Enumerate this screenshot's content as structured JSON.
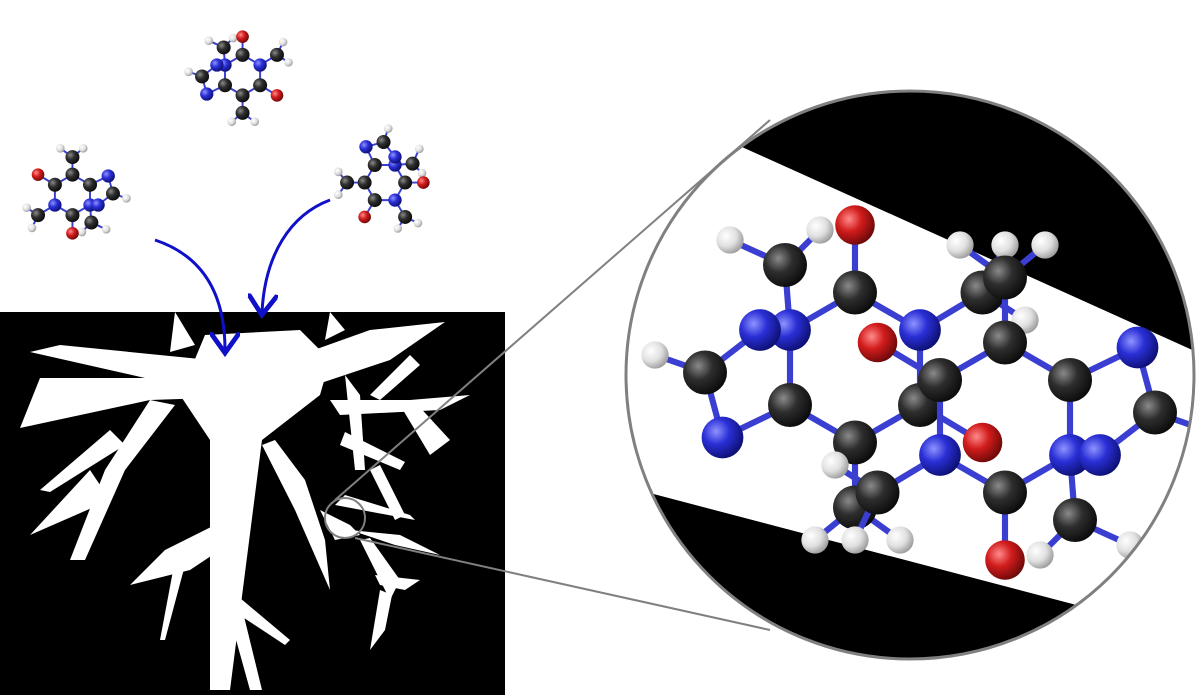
{
  "colors": {
    "background": "#ffffff",
    "carbon": "#2a2a2a",
    "nitrogen": "#2a2fd6",
    "oxygen": "#d21c1c",
    "hydrogen": "#e6e6e6",
    "bond": "#3b3fd1",
    "arrow": "#1010c8",
    "crack_bg": "#000000",
    "crack": "#ffffff",
    "lens": "#808080"
  },
  "molecules": [
    {
      "name": "caffeine-molecule-top"
    },
    {
      "name": "caffeine-molecule-left"
    },
    {
      "name": "caffeine-molecule-right"
    }
  ],
  "arrows": [
    {
      "name": "arrow-left-to-crack"
    },
    {
      "name": "arrow-right-to-crack"
    }
  ],
  "panels": {
    "crack_panel": "fracture-pattern-panel",
    "zoom_lens": "magnified-view-lens"
  }
}
